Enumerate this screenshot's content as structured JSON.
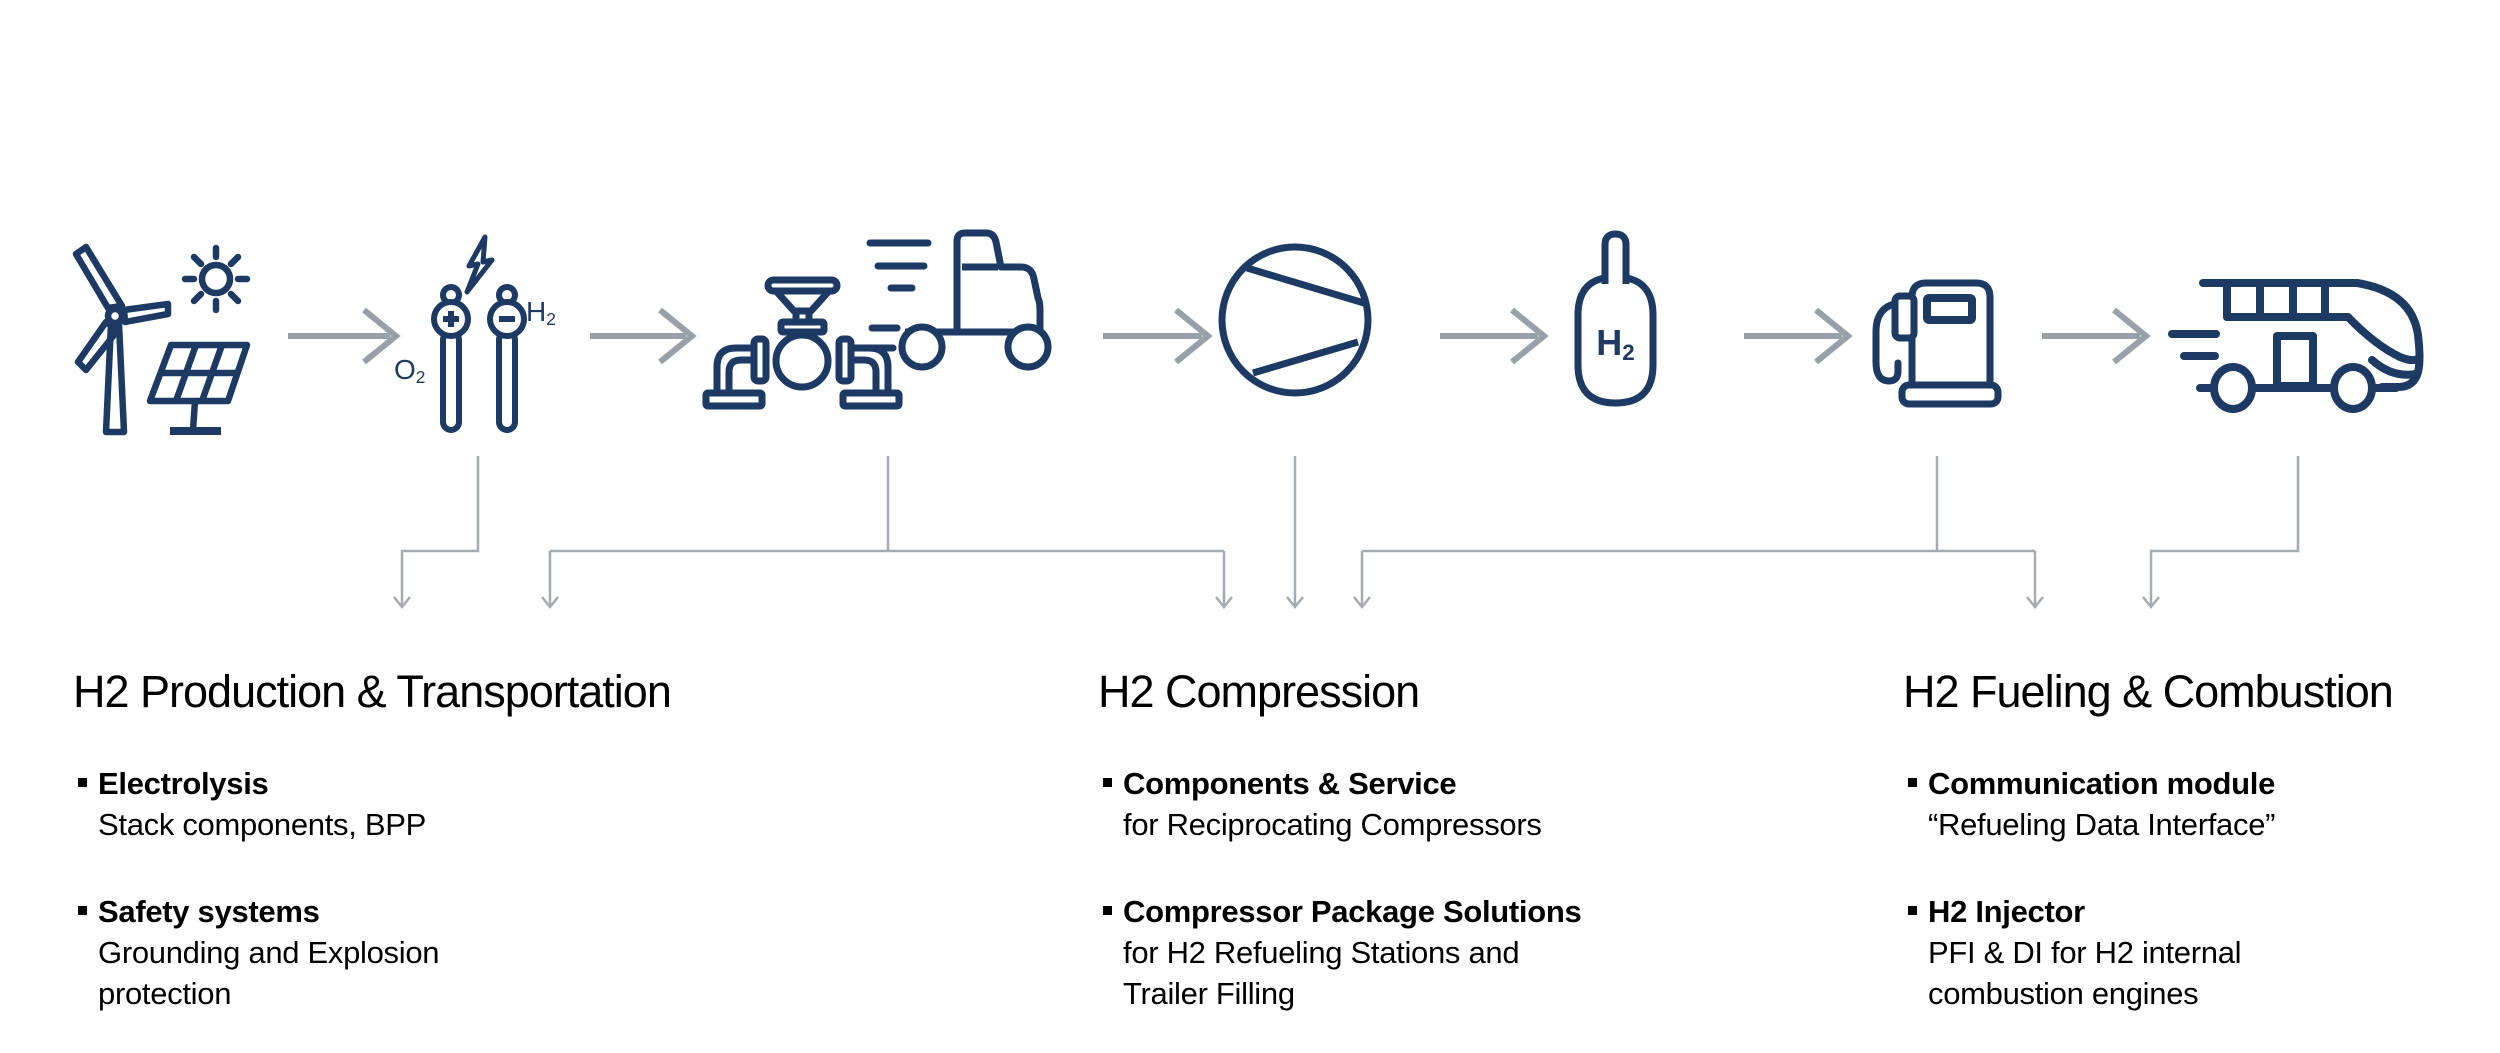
{
  "colors": {
    "icon_navy": "#1c3a63",
    "arrow_gray": "#9aa0a7",
    "connector_gray": "#a6abb1",
    "text_black": "#000000"
  },
  "flow": {
    "steps": [
      "wind-solar-energy",
      "electrolysis",
      "pipeline-valve-truck",
      "compressor",
      "h2-storage-tank",
      "h2-fuel-dispenser",
      "h2-bus"
    ],
    "labels": {
      "o2": {
        "base": "O",
        "sub": "2"
      },
      "h2": {
        "base": "H",
        "sub": "2"
      },
      "tank": {
        "base": "H",
        "sub": "2"
      }
    }
  },
  "sections": [
    {
      "heading": "H2 Production & Transportation",
      "bullets": [
        {
          "title": "Electrolysis",
          "lines": [
            "Stack components, BPP"
          ]
        },
        {
          "title": "Safety systems",
          "lines": [
            "Grounding and Explosion",
            "protection"
          ]
        }
      ]
    },
    {
      "heading": "H2 Compression",
      "bullets": [
        {
          "title": "Components & Service",
          "lines": [
            "for Reciprocating Compressors"
          ]
        },
        {
          "title": "Compressor Package Solutions",
          "lines": [
            "for H2 Refueling Stations and",
            "Trailer Filling"
          ]
        }
      ]
    },
    {
      "heading": "H2 Fueling & Combustion",
      "bullets": [
        {
          "title": "Communication module",
          "lines": [
            "“Refueling Data Interface”"
          ]
        },
        {
          "title": "H2 Injector",
          "lines": [
            "PFI & DI for H2 internal",
            "combustion engines"
          ]
        }
      ]
    }
  ]
}
